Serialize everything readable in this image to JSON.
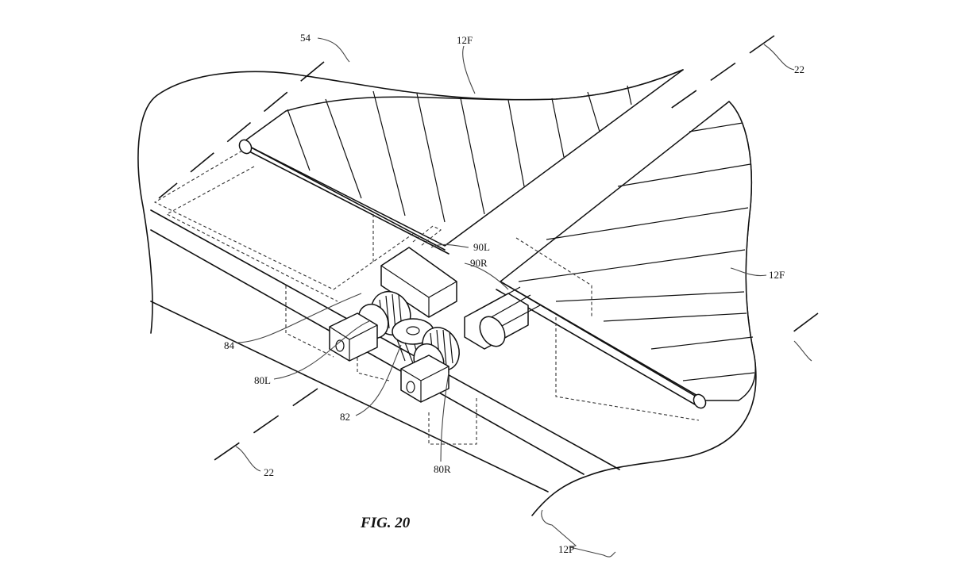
{
  "figure": {
    "caption": "FIG. 20",
    "labels": {
      "axis_54": "54",
      "panel_12f_top": "12F",
      "axis_22_top": "22",
      "actuator_90l": "90L",
      "actuator_90r": "90R",
      "panel_12f_right": "12F",
      "gear_84": "84",
      "gear_80l": "80L",
      "gear_82": "82",
      "gear_80r": "80R",
      "axis_22_bottom": "22",
      "panel_12p": "12P"
    }
  }
}
